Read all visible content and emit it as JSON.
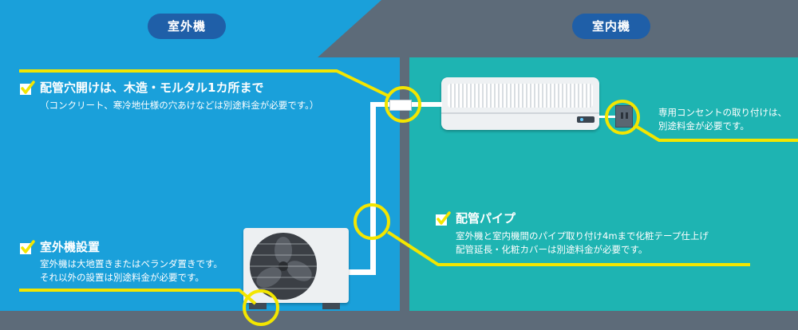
{
  "labels": {
    "outdoor_area": "室外機",
    "indoor_area": "室内機"
  },
  "callouts": {
    "wall_hole": {
      "title": "配管穴開けは、木造・モルタル1カ所まで",
      "note": "（コンクリート、寒冷地仕様の穴あけなどは別途料金が必要です。）"
    },
    "outlet": {
      "line1": "専用コンセントの取り付けは、",
      "line2": "別途料金が必要です。"
    },
    "pipe": {
      "title": "配管パイプ",
      "line1": "室外機と室内機間のパイプ取り付け4mまで化粧テープ仕上げ",
      "line2": "配管延長・化粧カバーは別途料金が必要です。"
    },
    "outdoor_install": {
      "title": "室外機設置",
      "line1": "室外機は大地置きまたはベランダ置きです。",
      "line2": "それ以外の設置は別途料金が必要です。"
    }
  },
  "colors": {
    "outdoor_bg": "#1aa0da",
    "indoor_bg": "#1eb4b2",
    "wall": "#5d6b79",
    "accent_line": "#f3e600",
    "pill": "#1f5fa8"
  },
  "icons": [
    "checkmark-icon",
    "fan-icon",
    "outlet-icon"
  ]
}
